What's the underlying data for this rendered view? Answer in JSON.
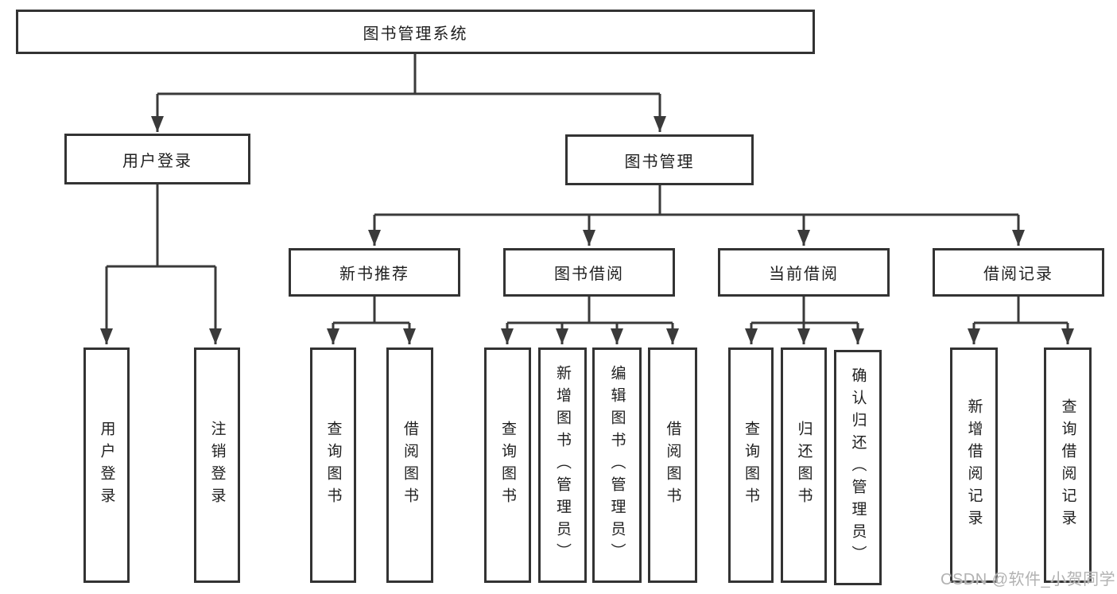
{
  "diagram": {
    "title": "图书管理系统",
    "level2": [
      {
        "label": "用户登录"
      },
      {
        "label": "图书管理"
      }
    ],
    "level3": [
      {
        "label": "新书推荐"
      },
      {
        "label": "图书借阅"
      },
      {
        "label": "当前借阅"
      },
      {
        "label": "借阅记录"
      }
    ],
    "leaves": {
      "user_login": [
        "用户登录",
        "注销登录"
      ],
      "new_books": [
        "查询图书",
        "借阅图书"
      ],
      "book_borrow": [
        "查询图书",
        "新增图书（管理员）",
        "编辑图书（管理员）",
        "借阅图书"
      ],
      "current_borrow": [
        "查询图书",
        "归还图书",
        "确认归还（管理员）"
      ],
      "borrow_records": [
        "新增借阅记录",
        "查询借阅记录"
      ]
    }
  },
  "colors": {
    "line": "#3a3a3a",
    "border": "#333333",
    "text": "#1f1f1f",
    "watermark": "#b2b2b2"
  },
  "watermark": "CSDN @软件_小贺同学"
}
